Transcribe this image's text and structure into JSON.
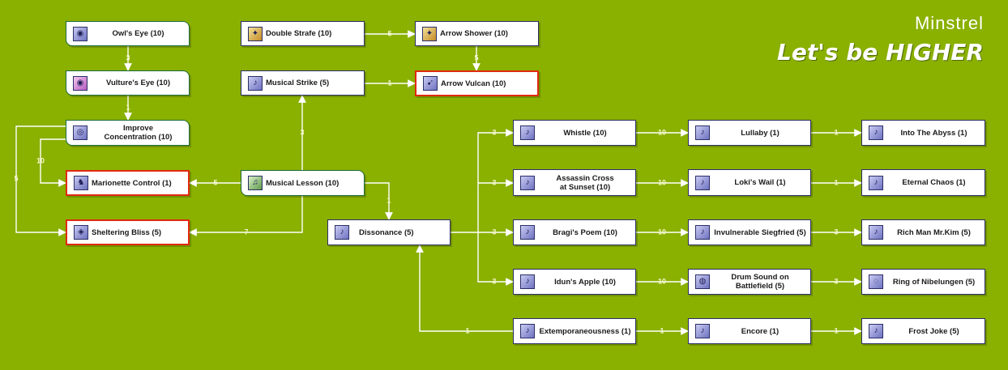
{
  "header": {
    "class_name": "Minstrel",
    "slogan": "Let's be HIGHER"
  },
  "skills": {
    "owls_eye": {
      "label": "Owl's Eye (10)",
      "icon": "eye-icon"
    },
    "vultures_eye": {
      "label": "Vulture's Eye (10)",
      "icon": "eye-icon"
    },
    "improve_concentration": {
      "label": "Improve\nConcentration (10)",
      "icon": "target-icon"
    },
    "marionette_control": {
      "label": "Marionette Control (1)",
      "icon": "puppet-icon"
    },
    "sheltering_bliss": {
      "label": "Sheltering Bliss (5)",
      "icon": "shield-icon"
    },
    "double_strafe": {
      "label": "Double Strafe (10)",
      "icon": "arrows-icon"
    },
    "arrow_shower": {
      "label": "Arrow Shower (10)",
      "icon": "arrows-icon"
    },
    "musical_strike": {
      "label": "Musical Strike (5)",
      "icon": "music-icon"
    },
    "arrow_vulcan": {
      "label": "Arrow Vulcan (10)",
      "icon": "arrows-icon"
    },
    "musical_lesson": {
      "label": "Musical Lesson (10)",
      "icon": "music-note-icon"
    },
    "dissonance": {
      "label": "Dissonance (5)",
      "icon": "music-icon"
    },
    "whistle": {
      "label": "Whistle (10)",
      "icon": "music-icon"
    },
    "lullaby": {
      "label": "Lullaby (1)",
      "icon": "music-icon"
    },
    "into_the_abyss": {
      "label": "Into The Abyss (1)",
      "icon": "music-icon"
    },
    "assassin_cross": {
      "label": "Assassin Cross\nat Sunset (10)",
      "icon": "music-icon"
    },
    "lokis_wail": {
      "label": "Loki's   Wail (1)",
      "icon": "music-icon"
    },
    "eternal_chaos": {
      "label": "Eternal Chaos (1)",
      "icon": "music-icon"
    },
    "bragis_poem": {
      "label": "Bragi's   Poem (10)",
      "icon": "music-icon"
    },
    "invulnerable_siegfried": {
      "label": "Invulnerable    Siegfried    (5)",
      "icon": "music-icon"
    },
    "rich_man_mr_kim": {
      "label": "Rich Man     Mr.Kim     (5)",
      "icon": "music-icon"
    },
    "iduns_apple": {
      "label": "Idun's   Apple (10)",
      "icon": "music-icon"
    },
    "drum_sound": {
      "label": "Drum Sound on\nBattlefield (5)",
      "icon": "drum-icon"
    },
    "ring_of_nibelungen": {
      "label": "Ring of   Nibelungen    (5)",
      "icon": "ring-icon"
    },
    "extemporaneousness": {
      "label": "Extemporaneousness (1)",
      "icon": "music-icon"
    },
    "encore": {
      "label": "Encore (1)",
      "icon": "music-icon"
    },
    "frost_joke": {
      "label": "Frost Joke (5)",
      "icon": "music-icon"
    }
  },
  "links": [
    {
      "from": "owls_eye",
      "to": "vultures_eye",
      "level": "3"
    },
    {
      "from": "vultures_eye",
      "to": "improve_concentration",
      "level": "1"
    },
    {
      "from": "improve_concentration",
      "to": "marionette_control",
      "level": "10"
    },
    {
      "from": "improve_concentration",
      "to": "sheltering_bliss",
      "level": "5"
    },
    {
      "from": "double_strafe",
      "to": "arrow_shower",
      "level": "5"
    },
    {
      "from": "arrow_shower",
      "to": "arrow_vulcan",
      "level": "5"
    },
    {
      "from": "musical_strike",
      "to": "arrow_vulcan",
      "level": "1"
    },
    {
      "from": "musical_lesson",
      "to": "musical_strike",
      "level": "3"
    },
    {
      "from": "musical_lesson",
      "to": "marionette_control",
      "level": "5"
    },
    {
      "from": "musical_lesson",
      "to": "sheltering_bliss",
      "level": "7"
    },
    {
      "from": "musical_lesson",
      "to": "dissonance",
      "level": "1"
    },
    {
      "from": "dissonance",
      "to": "whistle",
      "level": "3"
    },
    {
      "from": "dissonance",
      "to": "assassin_cross",
      "level": "3"
    },
    {
      "from": "dissonance",
      "to": "bragis_poem",
      "level": "3"
    },
    {
      "from": "dissonance",
      "to": "iduns_apple",
      "level": "3"
    },
    {
      "from": "whistle",
      "to": "lullaby",
      "level": "10"
    },
    {
      "from": "lullaby",
      "to": "into_the_abyss",
      "level": "1"
    },
    {
      "from": "assassin_cross",
      "to": "lokis_wail",
      "level": "10"
    },
    {
      "from": "lokis_wail",
      "to": "eternal_chaos",
      "level": "1"
    },
    {
      "from": "bragis_poem",
      "to": "invulnerable_siegfried",
      "level": "10"
    },
    {
      "from": "invulnerable_siegfried",
      "to": "rich_man_mr_kim",
      "level": "3"
    },
    {
      "from": "iduns_apple",
      "to": "drum_sound",
      "level": "10"
    },
    {
      "from": "drum_sound",
      "to": "ring_of_nibelungen",
      "level": "3"
    },
    {
      "from": "extemporaneousness",
      "to": "dissonance",
      "level": "1"
    },
    {
      "from": "extemporaneousness",
      "to": "encore",
      "level": "1"
    },
    {
      "from": "encore",
      "to": "frost_joke",
      "level": "1"
    }
  ]
}
